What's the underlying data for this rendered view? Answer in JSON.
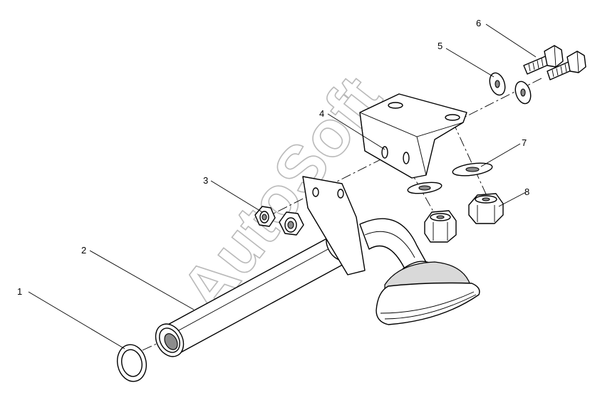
{
  "watermark": "AutoSoft",
  "callouts": [
    {
      "id": "1",
      "label": "1"
    },
    {
      "id": "2",
      "label": "2"
    },
    {
      "id": "3",
      "label": "3"
    },
    {
      "id": "4",
      "label": "4"
    },
    {
      "id": "5",
      "label": "5"
    },
    {
      "id": "6",
      "label": "6"
    },
    {
      "id": "7",
      "label": "7"
    },
    {
      "id": "8",
      "label": "8"
    }
  ],
  "parts": [
    {
      "callout": "1",
      "name": "sealing-ring"
    },
    {
      "callout": "2",
      "name": "oil-intake-pipe"
    },
    {
      "callout": "3",
      "name": "nut"
    },
    {
      "callout": "4",
      "name": "mounting-bracket"
    },
    {
      "callout": "5",
      "name": "washer"
    },
    {
      "callout": "6",
      "name": "bolt"
    },
    {
      "callout": "7",
      "name": "washer"
    },
    {
      "callout": "8",
      "name": "nut"
    }
  ]
}
